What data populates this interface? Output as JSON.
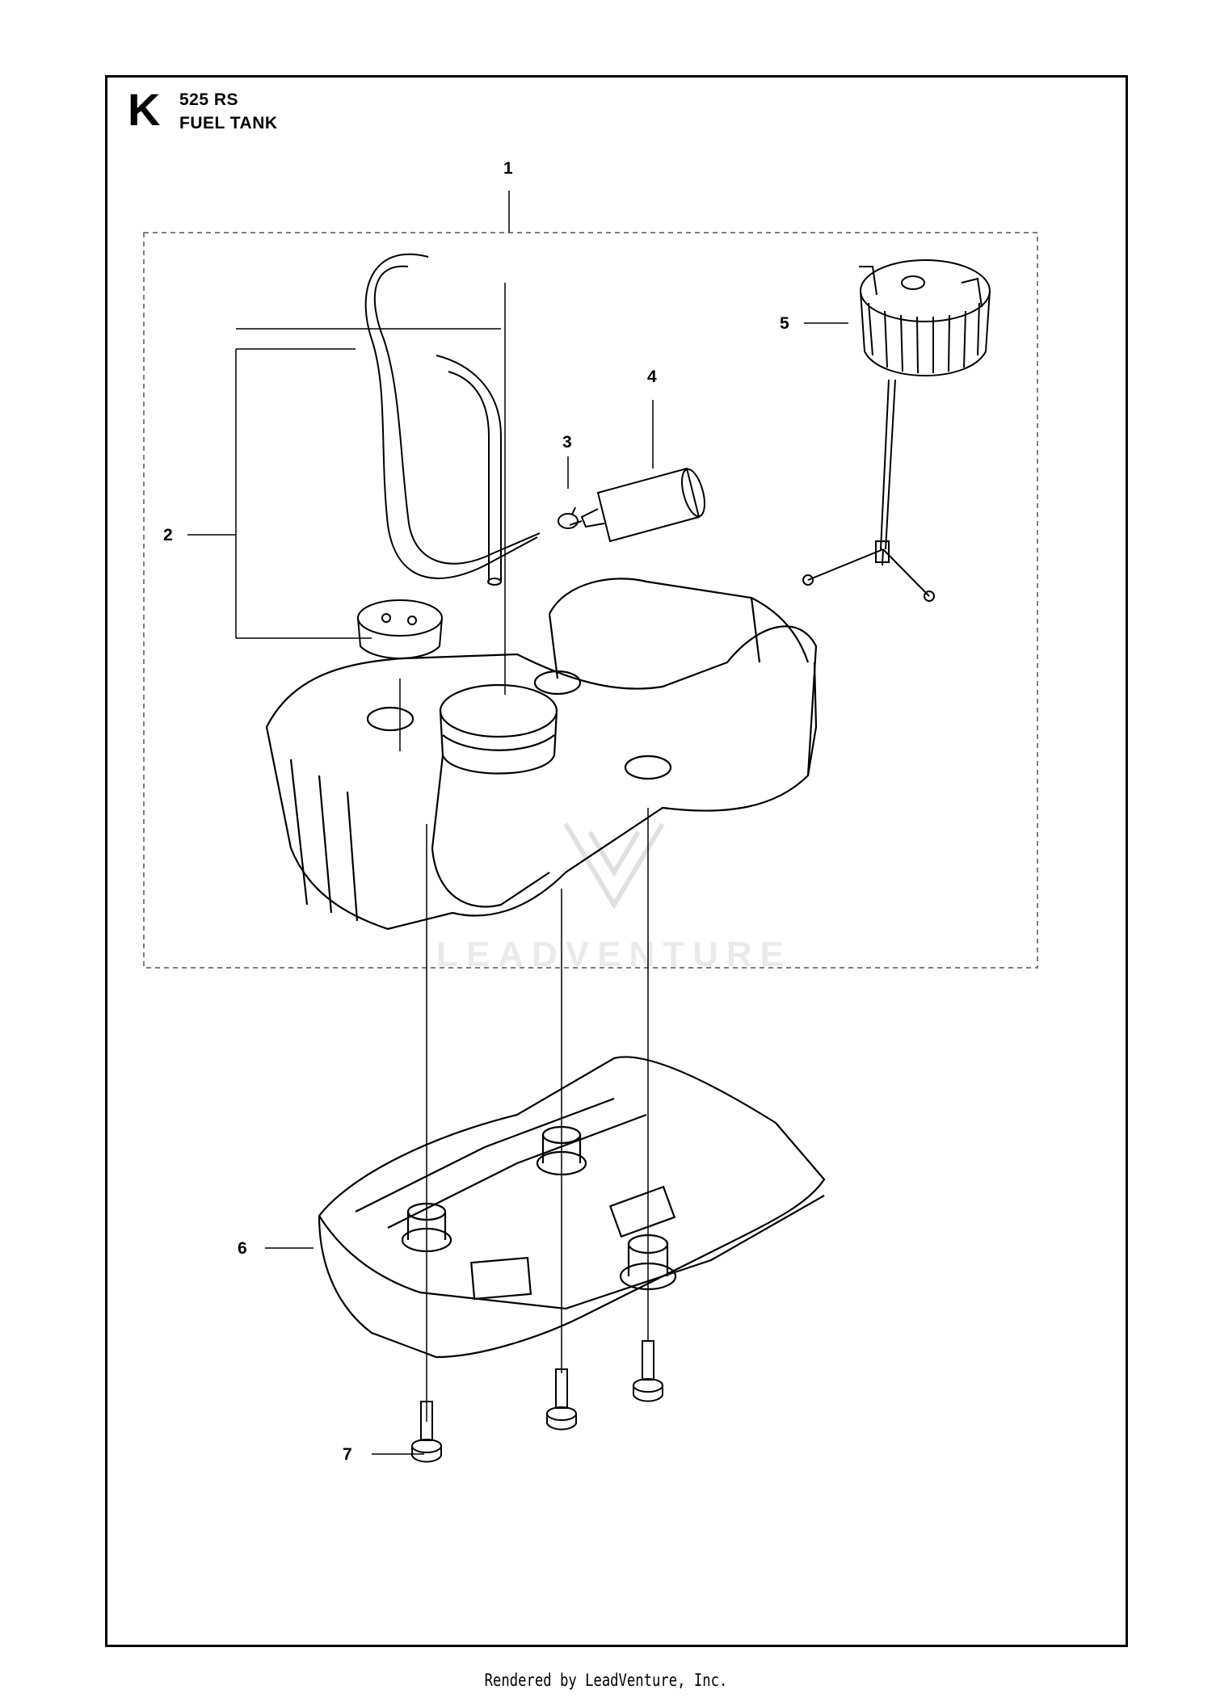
{
  "header": {
    "section_letter": "K",
    "model": "525 RS",
    "assembly_name": "FUEL TANK"
  },
  "callouts": [
    {
      "id": "1",
      "label": "1"
    },
    {
      "id": "2",
      "label": "2"
    },
    {
      "id": "3",
      "label": "3"
    },
    {
      "id": "4",
      "label": "4"
    },
    {
      "id": "5",
      "label": "5"
    },
    {
      "id": "6",
      "label": "6"
    },
    {
      "id": "7",
      "label": "7"
    }
  ],
  "watermark": {
    "text": "LEADVENTURE"
  },
  "footer": {
    "text": "Rendered by LeadVenture, Inc."
  }
}
